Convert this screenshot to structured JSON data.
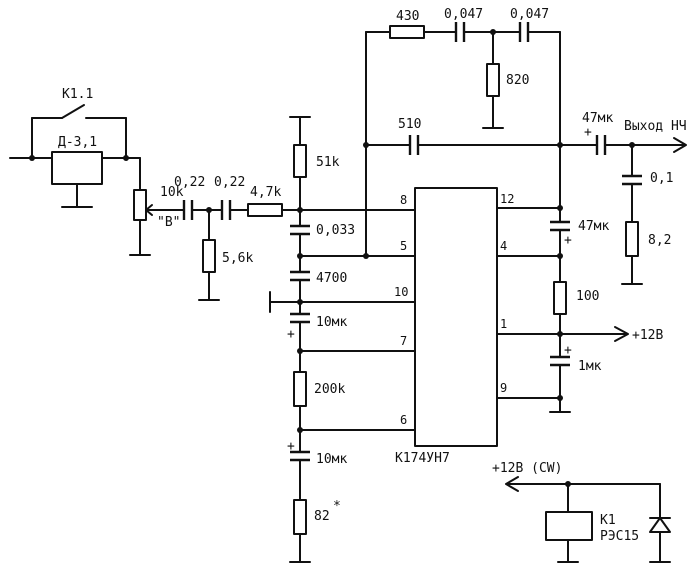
{
  "chip": {
    "name": "К174УН7"
  },
  "pins": {
    "p8": "8",
    "p5": "5",
    "p10": "10",
    "p7": "7",
    "p6": "6",
    "p12": "12",
    "p4": "4",
    "p1": "1",
    "p9": "9"
  },
  "relay": {
    "contact": "К1.1",
    "coil_ref": "К1",
    "coil_type": "РЭС15"
  },
  "input": {
    "block": "Д-3,1",
    "pot": "10k",
    "point": "\"В\"",
    "c1": "0,22",
    "c2": "0,22",
    "r_series": "4,7k",
    "r_shunt": "5,6k"
  },
  "bias": {
    "r_top": "51k",
    "c_033": "0,033",
    "c_4700": "4700",
    "c_10mk_top": "10мк",
    "r_200k": "200k",
    "c_10mk_bot": "10мк",
    "r_82": "82",
    "r_82_mark": "*"
  },
  "feedback": {
    "r430": "430",
    "c047a": "0,047",
    "c047b": "0,047",
    "r820": "820",
    "c510": "510"
  },
  "output": {
    "c47mk_out": "47мк",
    "plus_out": "+",
    "out_label": "Выход НЧ",
    "c01": "0,1",
    "r82": "8,2"
  },
  "right": {
    "c47mk_boot": "47мк",
    "plus_boot": "+",
    "r100": "100",
    "plus12": "+12В",
    "c1mk": "1мк",
    "plus_1mk": "+"
  },
  "supply": {
    "label": "+12В (CW)"
  },
  "polarity": {
    "plus_10mk_top": "+",
    "plus_10mk_bot": "+"
  }
}
